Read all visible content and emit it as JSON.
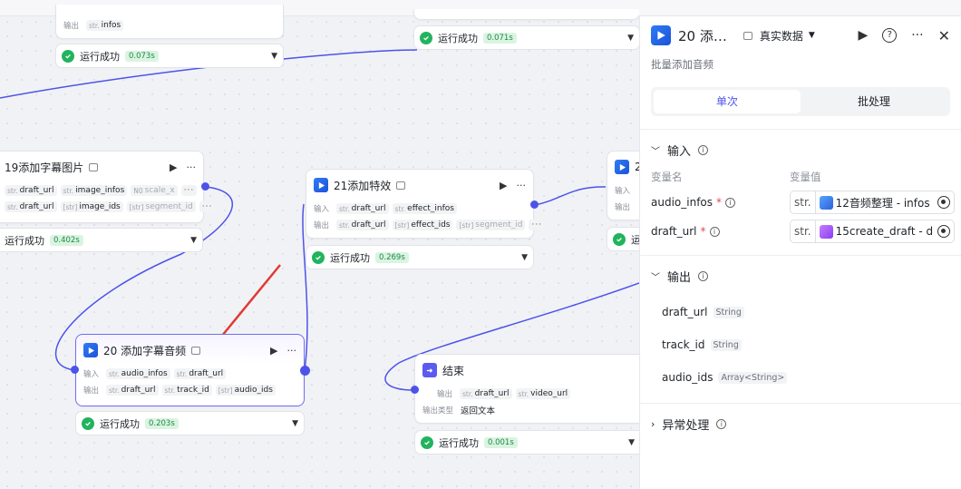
{
  "canvas": {
    "top_nodes": {
      "node_a": {
        "out_label": "输出",
        "pill_type": "str.",
        "pill_name": "infos",
        "status": "运行成功",
        "duration": "0.073s"
      },
      "node_b": {
        "status": "运行成功",
        "duration": "0.071s"
      }
    },
    "node19": {
      "title": "19添加字幕图片",
      "row1": [
        {
          "t": "str.",
          "n": "draft_url"
        },
        {
          "t": "str.",
          "n": "image_infos"
        },
        {
          "t": "N0",
          "n": "scale_x"
        }
      ],
      "row2": [
        {
          "t": "str.",
          "n": "draft_url"
        },
        {
          "t": "[str]",
          "n": "image_ids"
        },
        {
          "t": "[str]",
          "n": "segment_id"
        }
      ],
      "status": "运行成功",
      "duration": "0.402s"
    },
    "node21": {
      "title": "21添加特效",
      "in_label": "输入",
      "out_label": "输出",
      "in": [
        {
          "t": "str.",
          "n": "draft_url"
        },
        {
          "t": "str.",
          "n": "effect_infos"
        }
      ],
      "out": [
        {
          "t": "str.",
          "n": "draft_url"
        },
        {
          "t": "[str]",
          "n": "effect_ids"
        },
        {
          "t": "[str]",
          "n": "segment_id"
        }
      ],
      "status": "运行成功",
      "duration": "0.269s"
    },
    "node_right": {
      "title": "2",
      "in_label": "输入",
      "out_label": "输出",
      "status": "运"
    },
    "node20": {
      "title": "20 添加字幕音频",
      "in_label": "输入",
      "out_label": "输出",
      "in": [
        {
          "t": "str.",
          "n": "audio_infos"
        },
        {
          "t": "str.",
          "n": "draft_url"
        }
      ],
      "out": [
        {
          "t": "str.",
          "n": "draft_url"
        },
        {
          "t": "str.",
          "n": "track_id"
        },
        {
          "t": "[str]",
          "n": "audio_ids"
        }
      ],
      "status": "运行成功",
      "duration": "0.203s"
    },
    "end": {
      "title": "结束",
      "out_label": "输出",
      "out_type_label": "输出类型",
      "out_type": "返回文本",
      "out": [
        {
          "t": "str.",
          "n": "draft_url"
        },
        {
          "t": "str.",
          "n": "video_url"
        }
      ],
      "status": "运行成功",
      "duration": "0.001s"
    }
  },
  "panel": {
    "title": "20 添…",
    "data_mode": "真实数据",
    "subtitle": "批量添加音频",
    "tabs": [
      "单次",
      "批处理"
    ],
    "input_title": "输入",
    "col_name": "变量名",
    "col_value": "变量值",
    "inputs": [
      {
        "name": "audio_infos",
        "type": "str.",
        "ref": "12音频整理 - infos"
      },
      {
        "name": "draft_url",
        "type": "str.",
        "ref": "15create_draft - d"
      }
    ],
    "output_title": "输出",
    "outputs": [
      {
        "name": "draft_url",
        "type": "String"
      },
      {
        "name": "track_id",
        "type": "String"
      },
      {
        "name": "audio_ids",
        "type": "Array<String>"
      }
    ],
    "exception_title": "异常处理"
  },
  "colors": {
    "accent": "#4d53e8",
    "success": "#22b35e",
    "required": "#e5484d"
  }
}
